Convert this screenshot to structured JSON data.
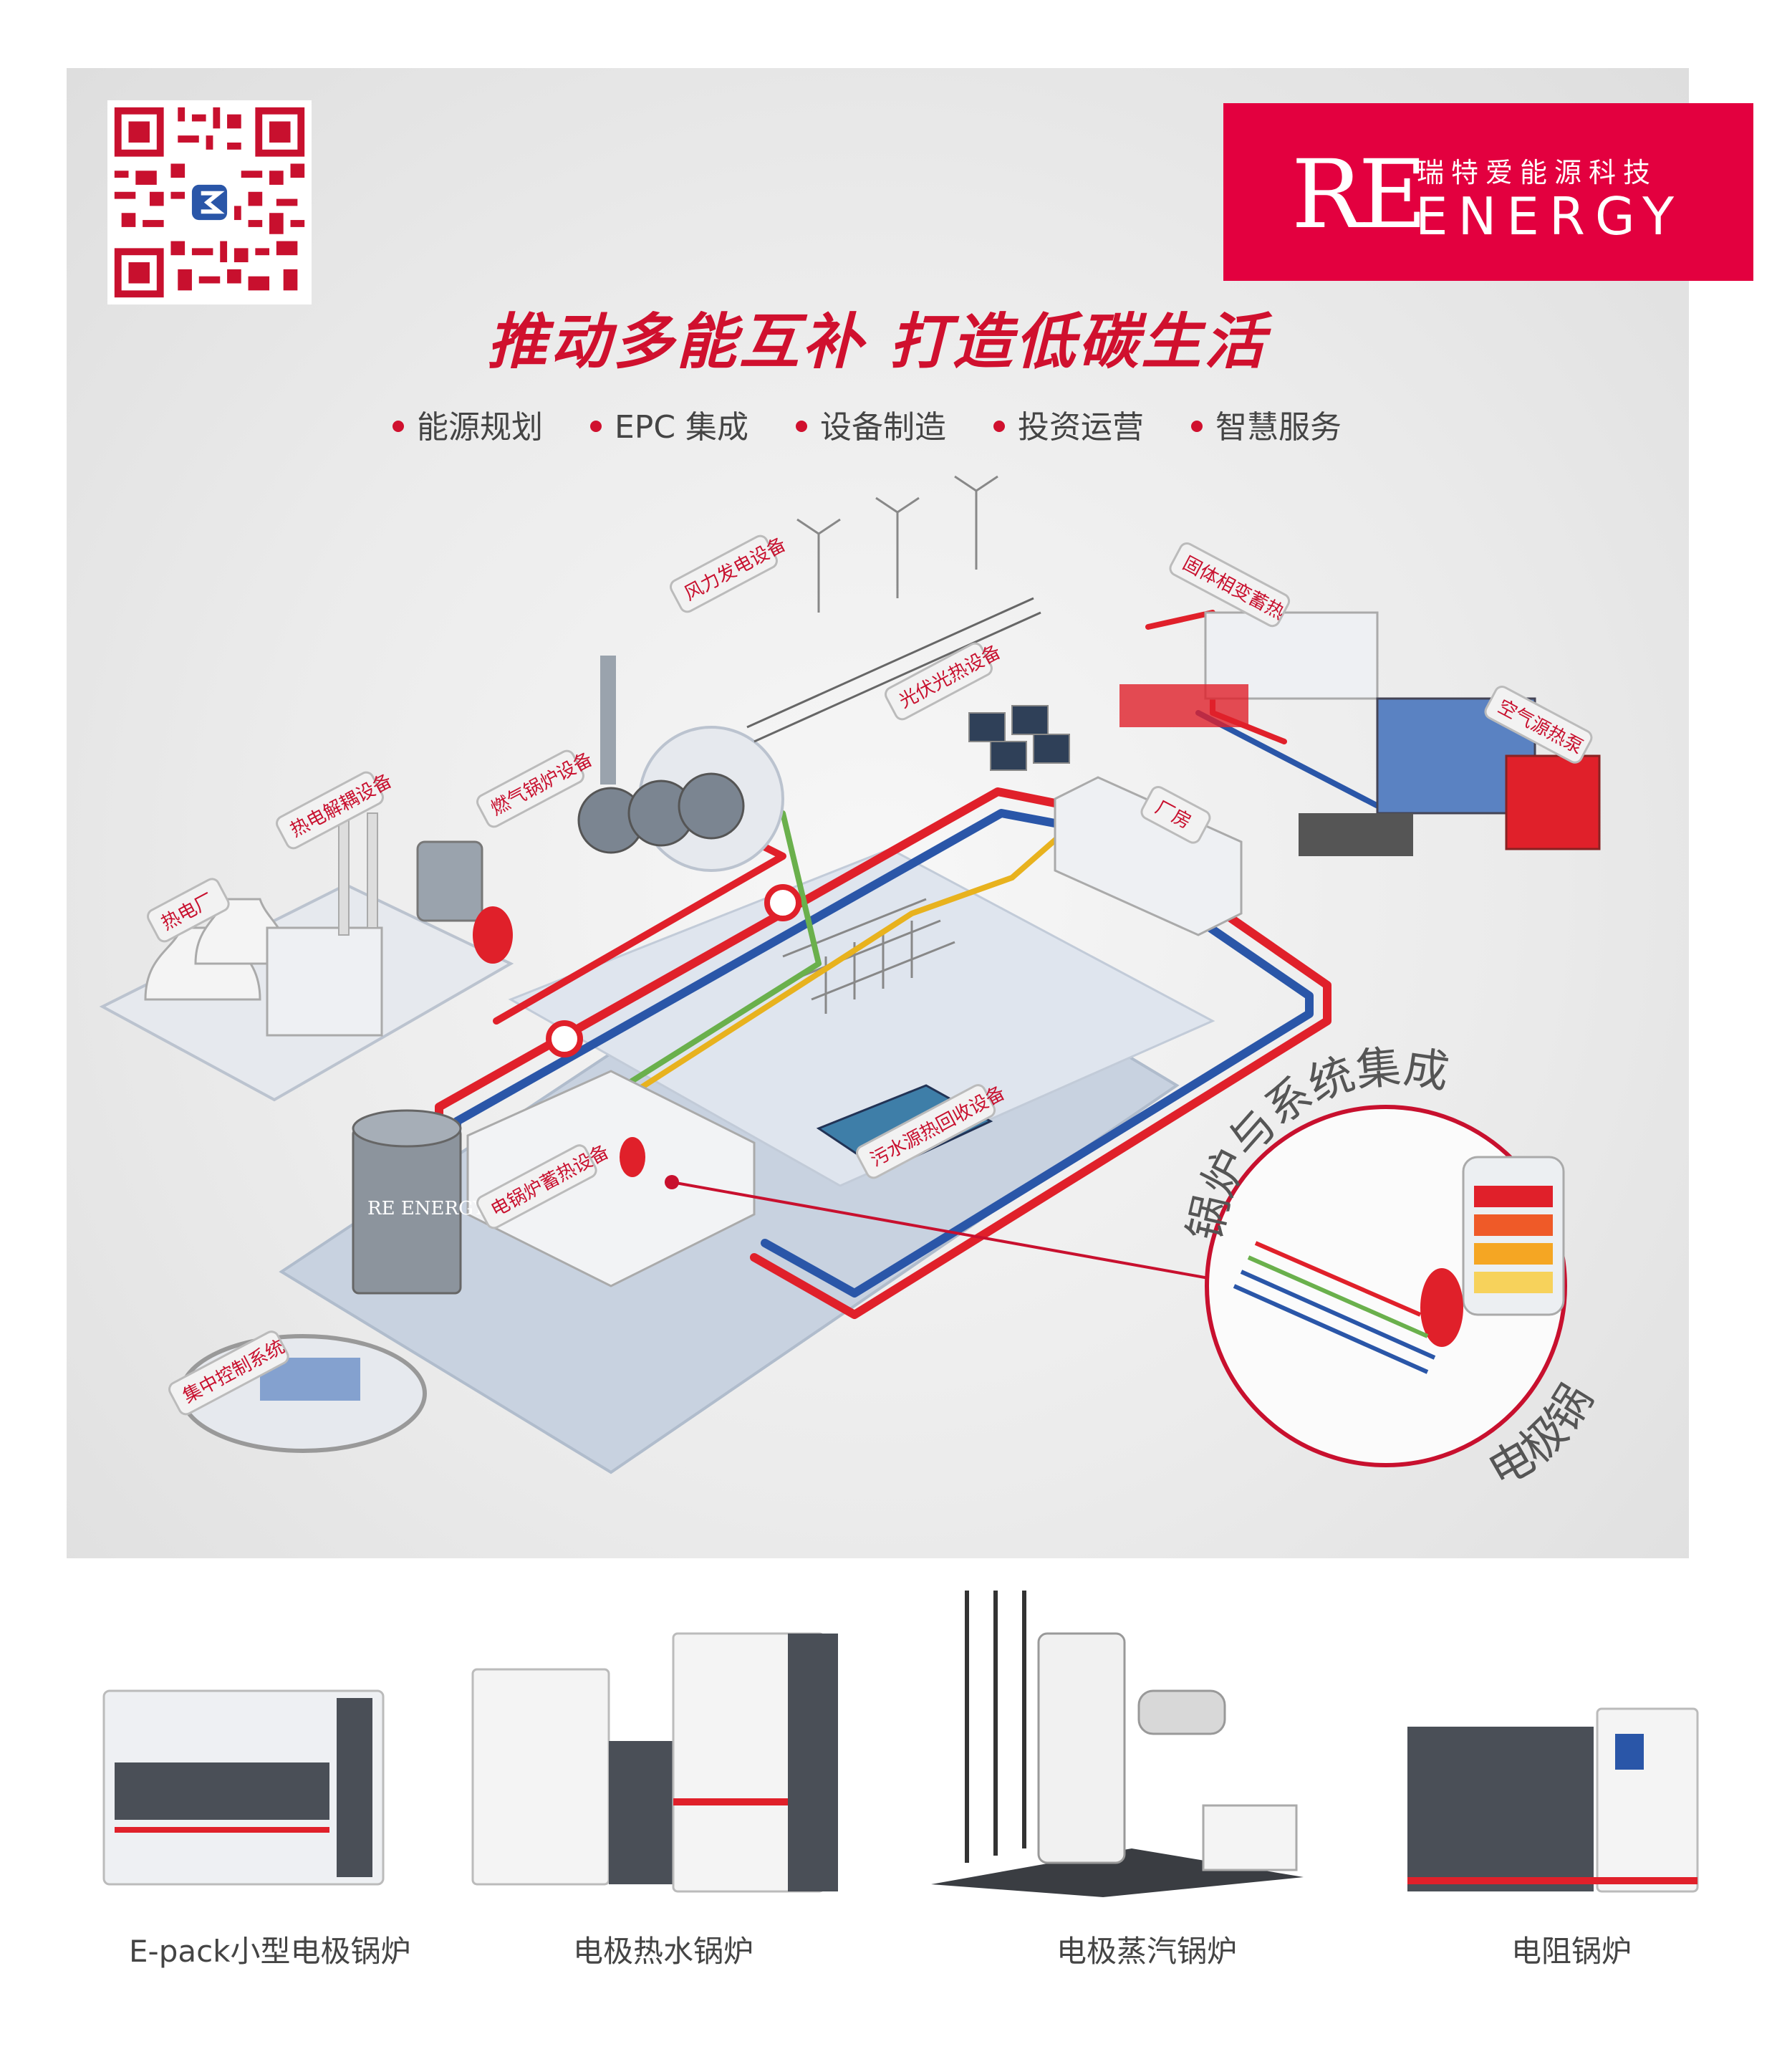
{
  "brand": {
    "mark": "RE",
    "name_cn": "瑞特爱能源科技",
    "name_en": "ENERGY",
    "color": "#e3003f"
  },
  "headline": "推动多能互补  打造低碳生活",
  "services": [
    "能源规划",
    "EPC 集成",
    "设备制造",
    "投资运营",
    "智慧服务"
  ],
  "signs": {
    "wind": "风力发电设备",
    "solid": "固体相变蓄热",
    "pv": "光伏光热设备",
    "heatpump": "空气源热泵",
    "gas": "燃气锅炉设备",
    "chp_decouple": "热电解耦设备",
    "chp": "热电厂",
    "factory": "厂房",
    "electric_storage": "电锅炉蓄热设备",
    "sewage": "污水源热回收设备",
    "control": "集中控制系统"
  },
  "tank_brand": "RE ENERGY",
  "callout": {
    "title": "锅炉与系统集成",
    "bottom": "电极锅炉"
  },
  "products": [
    "E-pack小型电极锅炉",
    "电极热水锅炉",
    "电极蒸汽锅炉",
    "电阻锅炉"
  ],
  "colors": {
    "accent": "#d0102e",
    "pipe_red": "#e0202a",
    "pipe_blue": "#2a56a8",
    "pipe_green": "#6ab04c",
    "pipe_yellow": "#e8b21e"
  }
}
